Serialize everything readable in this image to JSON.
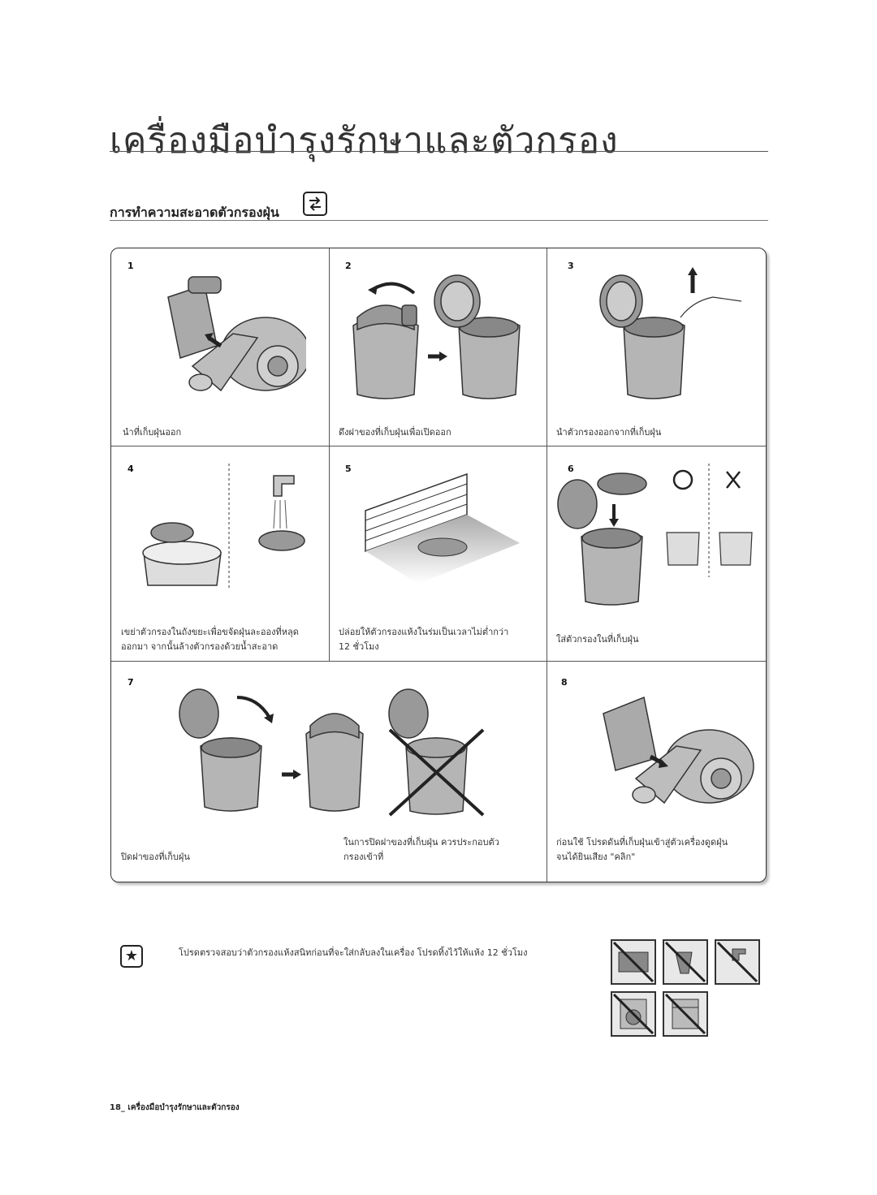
{
  "page": {
    "title": "เครื่องมือบำรุงรักษาและตัวกรอง",
    "subtitle": "การทำความสะอาดตัวกรองฝุ่น",
    "plug_icon": "unplug-icon"
  },
  "steps": [
    {
      "num": "1",
      "caption": "นำที่เก็บฝุ่นออก",
      "icon": "remove-dust-bin-illustration"
    },
    {
      "num": "2",
      "caption": "ดึงฝาของที่เก็บฝุ่นเพื่อเปิดออก",
      "icon": "open-dust-bin-lid-illustration"
    },
    {
      "num": "3",
      "caption": "นำตัวกรองออกจากที่เก็บฝุ่น",
      "icon": "remove-filter-illustration"
    },
    {
      "num": "4",
      "caption_line1": "เขย่าตัวกรองในถังขยะเพื่อขจัดฝุ่นละอองที่หลุด",
      "caption_line2": "ออกมา จากนั้นล้างตัวกรองด้วยน้ำสะอาด",
      "icon": "shake-and-wash-filter-illustration"
    },
    {
      "num": "5",
      "caption_line1": "ปล่อยให้ตัวกรองแห้งในร่มเป็นเวลาไม่ต่ำกว่า",
      "caption_line2": "12 ชั่วโมง",
      "icon": "dry-filter-in-shade-illustration"
    },
    {
      "num": "6",
      "caption": "ใส่ตัวกรองในที่เก็บฝุ่น",
      "icon": "insert-filter-illustration"
    },
    {
      "num": "7",
      "caption": "ปิดฝาของที่เก็บฝุ่น",
      "icon": "close-lid-illustration"
    },
    {
      "num": "",
      "caption_line1": "ในการปิดฝาของที่เก็บฝุ่น ควรประกอบตัว",
      "caption_line2": "กรองเข้าที่",
      "icon": "lid-without-filter-wrong-illustration"
    },
    {
      "num": "8",
      "caption_line1": "ก่อนใช้ โปรดดันที่เก็บฝุ่นเข้าสู่ตัวเครื่องดูดฝุ่น",
      "caption_line2": "จนได้ยินเสียง \"คลิก\"",
      "icon": "reinsert-dust-bin-illustration"
    }
  ],
  "note": {
    "icon": "star-note-icon",
    "text": "โปรดตรวจสอบว่าตัวกรองแห้งสนิทก่อนที่จะใส่กลับลงในเครื่อง โปรดทิ้งไว้ให้แห้ง 12 ชั่วโมง"
  },
  "warnings": [
    "no-microwave-icon",
    "no-hair-dryer-icon",
    "no-heater-icon",
    "no-washing-machine-icon",
    "no-dishwasher-icon"
  ],
  "footer": "18_ เครื่องมือบำรุงรักษาและตัวกรอง"
}
